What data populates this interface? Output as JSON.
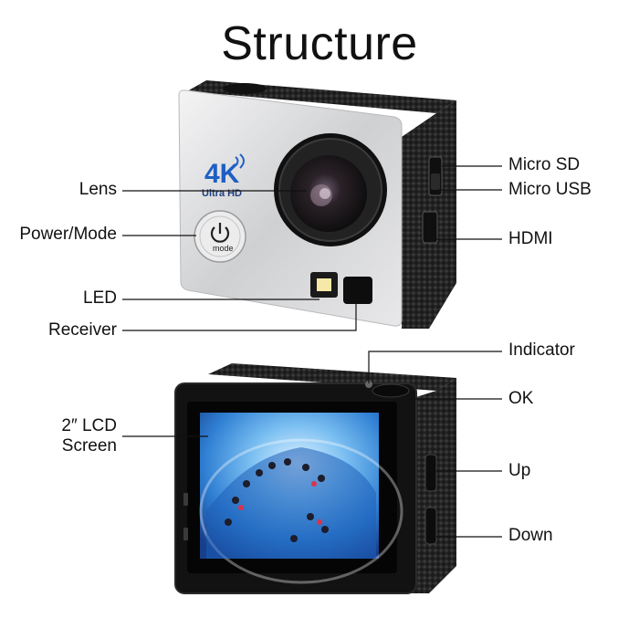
{
  "title": "Structure",
  "front_camera": {
    "badge_4k": "4K",
    "badge_ultra_hd": "Ultra HD",
    "power_button_text": "mode"
  },
  "callouts": {
    "lens": "Lens",
    "power_mode": "Power/Mode",
    "led": "LED",
    "receiver": "Receiver",
    "micro_sd": "Micro SD",
    "micro_usb": "Micro USB",
    "hdmi": "HDMI",
    "indicator": "Indicator",
    "ok": "OK",
    "lcd_line1": "2″ LCD",
    "lcd_line2": "Screen",
    "up": "Up",
    "down": "Down"
  },
  "colors": {
    "body_silver": "#d9dadc",
    "rubber_black": "#1c1c1c",
    "badge_blue": "#1f5fc4",
    "screen_blue": "#3f8fe0"
  }
}
